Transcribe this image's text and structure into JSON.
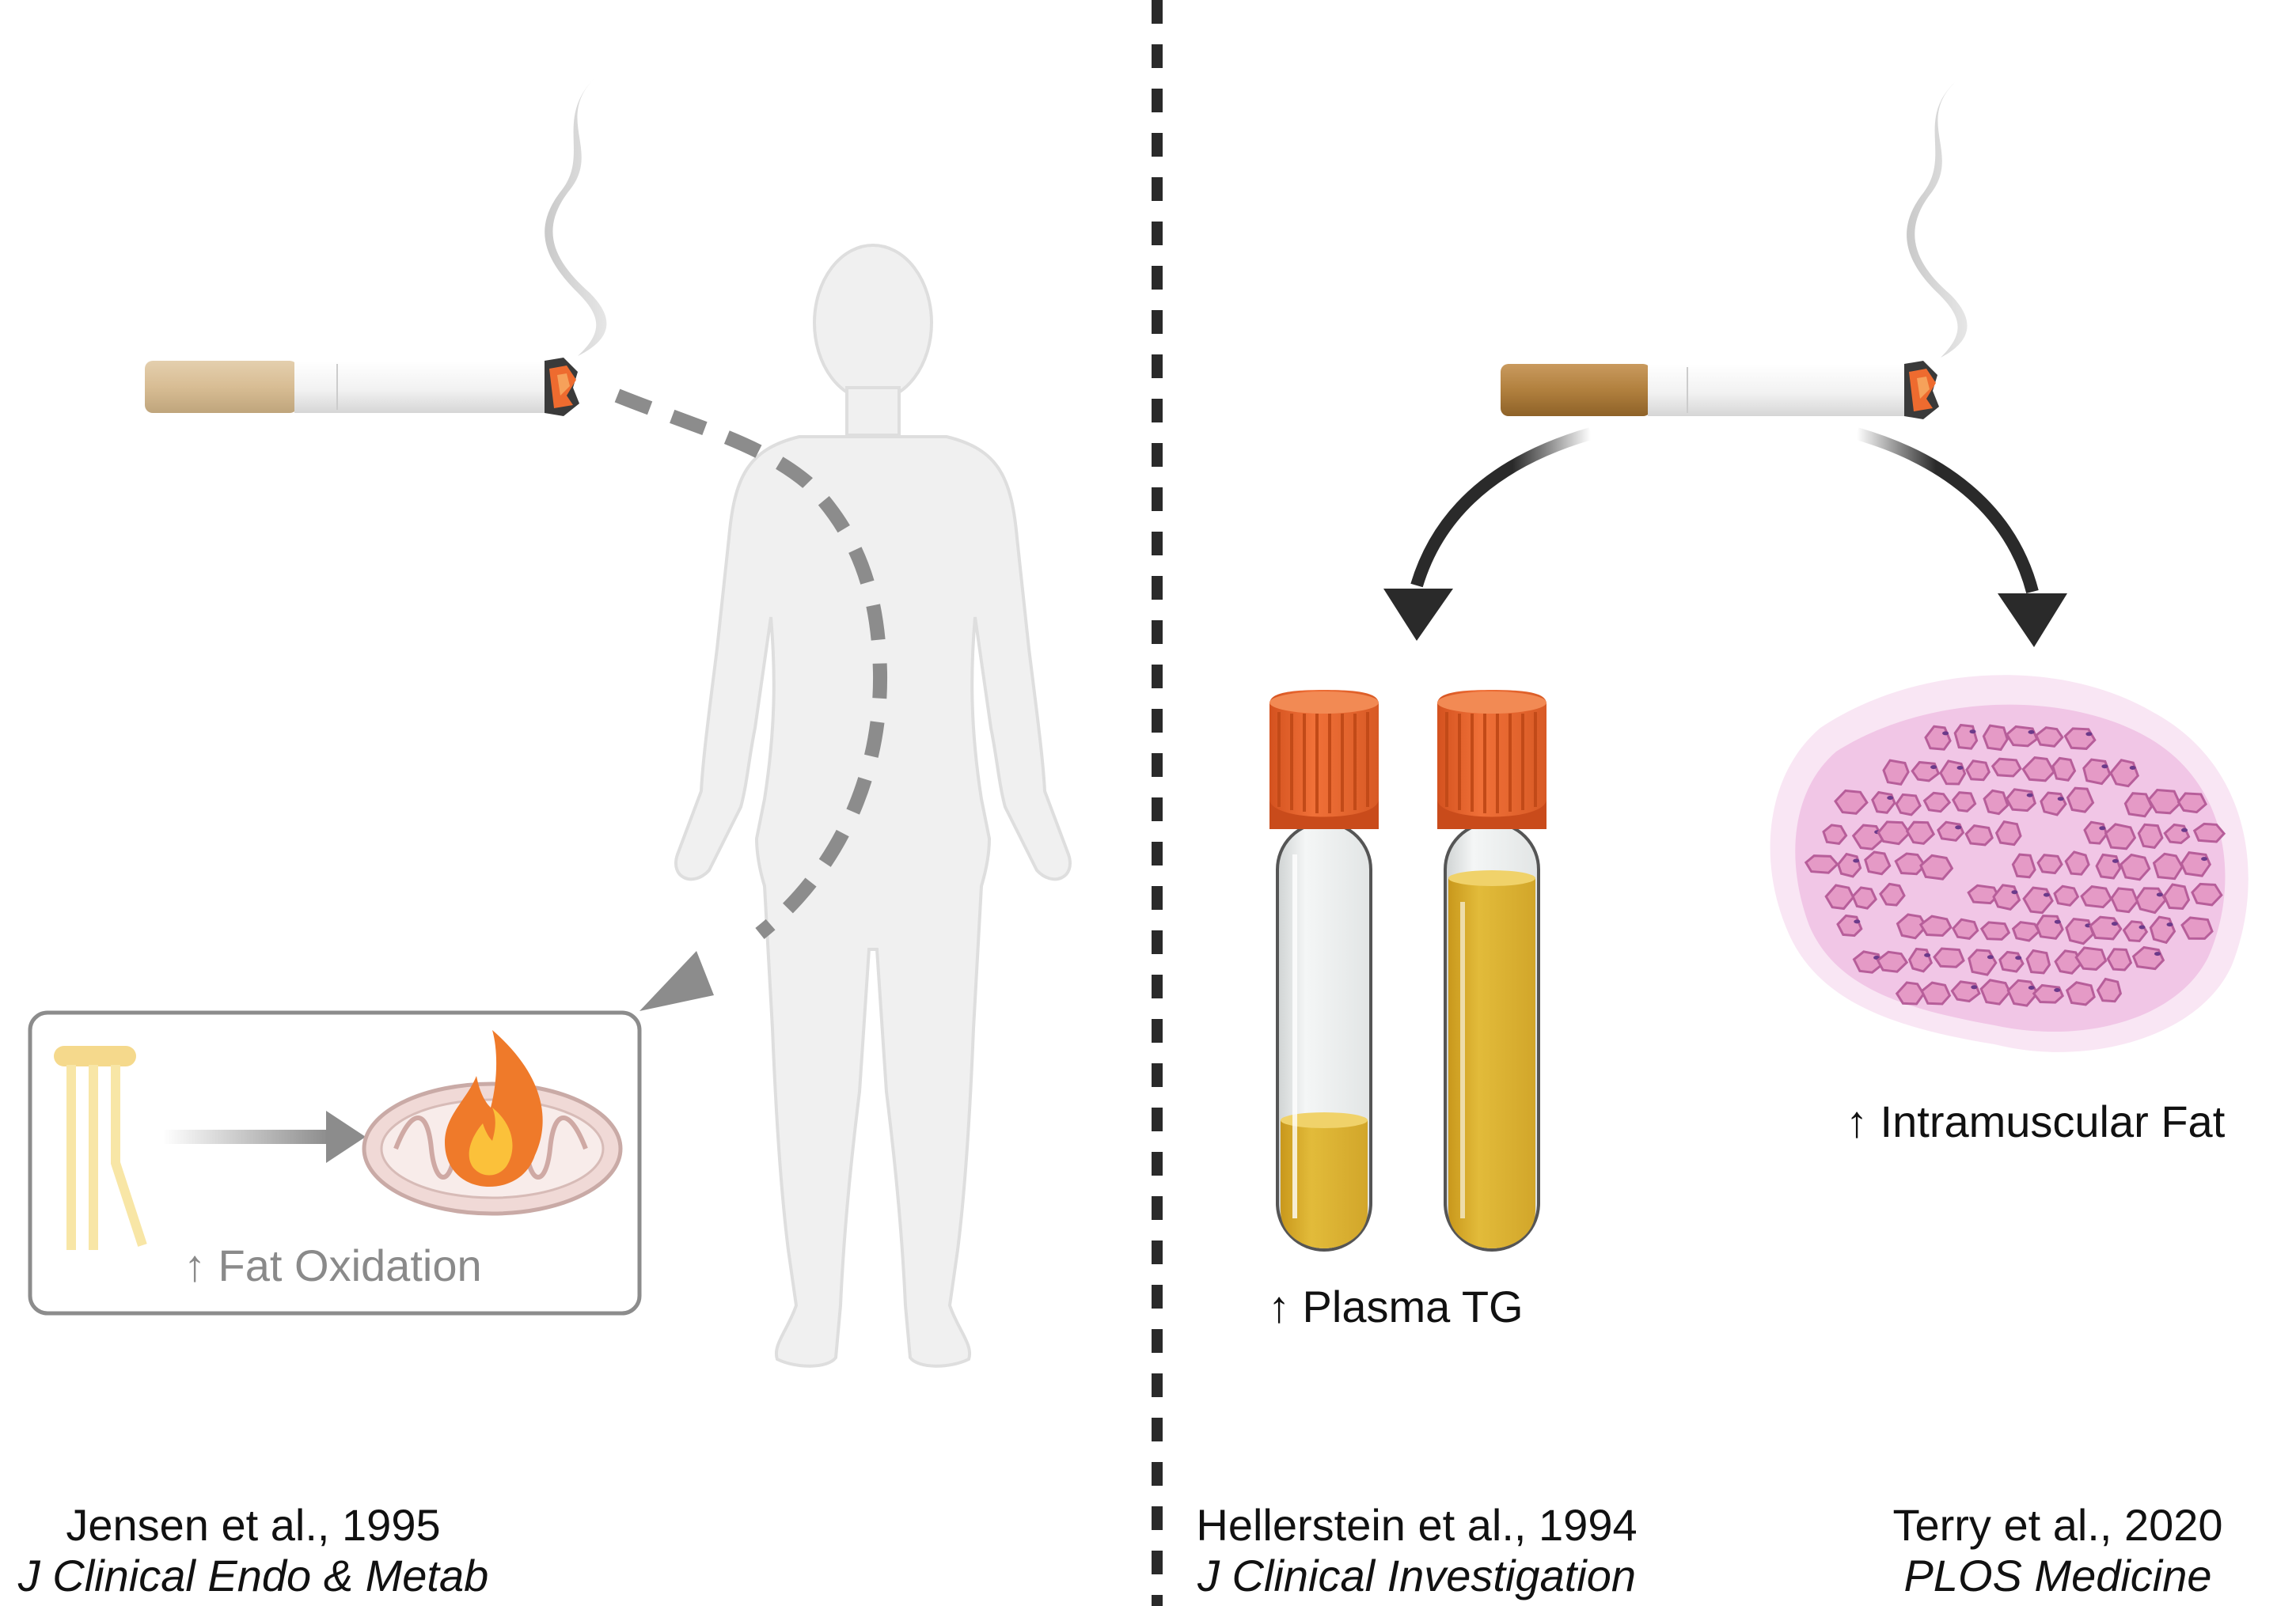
{
  "panels": [
    {
      "id": "left",
      "effect_label": "↑ Fat Oxidation",
      "citation": {
        "authors": "Jensen et al., 1995",
        "journal": "J Clinical Endo & Metab"
      }
    },
    {
      "id": "middle",
      "effect_label": "↑ Plasma TG",
      "citation": {
        "authors": "Hellerstein et al., 1994",
        "journal": "J Clinical Investigation"
      }
    },
    {
      "id": "right",
      "effect_label": "↑ Intramuscular Fat",
      "citation": {
        "authors": "Terry et al., 2020",
        "journal": "PLOS Medicine"
      }
    }
  ],
  "icons": [
    "cigarette-icon",
    "smoke-icon",
    "human-body-icon",
    "fatty-acid-icon",
    "mitochondrion-icon",
    "flame-icon",
    "blood-tube-icon",
    "muscle-tissue-icon"
  ],
  "colors": {
    "divider": "#2a2a2a",
    "cap": "#e5602a",
    "plasma": "#dcb22d",
    "tissue": "#e7a0cc",
    "arrow_dark": "#2a2a2a",
    "arrow_grey": "#8c8c8c"
  }
}
